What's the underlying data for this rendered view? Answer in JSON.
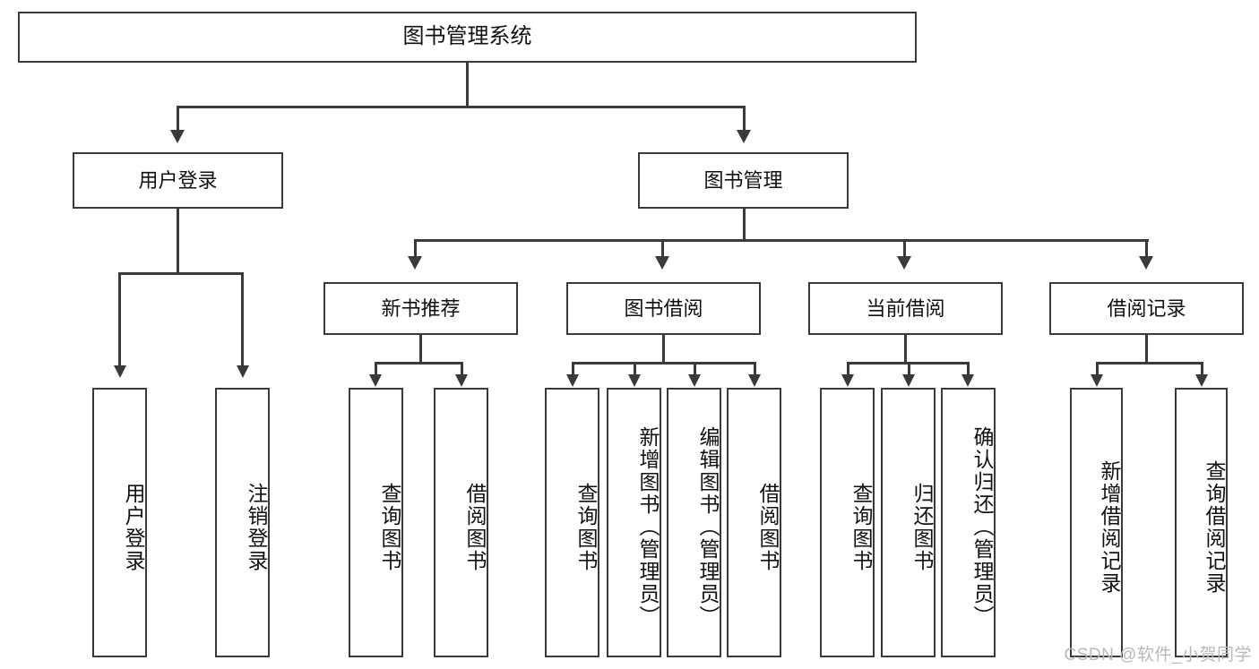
{
  "diagram": {
    "title": "图书管理系统",
    "type": "tree",
    "watermark": "CSDN @软件_小贺同学",
    "colors": {
      "stroke": "#3a3a3a",
      "fill": "#ffffff",
      "text": "#111111",
      "watermark": "#b9b9b9"
    },
    "root": {
      "label": "图书管理系统"
    },
    "level2": [
      {
        "label": "用户登录"
      },
      {
        "label": "图书管理"
      }
    ],
    "level3": [
      {
        "label": "新书推荐"
      },
      {
        "label": "图书借阅"
      },
      {
        "label": "当前借阅"
      },
      {
        "label": "借阅记录"
      }
    ],
    "leaves": {
      "user_login": [
        {
          "label": "用户登录"
        },
        {
          "label": "注销登录"
        }
      ],
      "new_book": [
        {
          "label": "查询图书"
        },
        {
          "label": "借阅图书"
        }
      ],
      "book_borrow": [
        {
          "label": "查询图书"
        },
        {
          "label": "新增图书（管理员）"
        },
        {
          "label": "编辑图书（管理员）"
        },
        {
          "label": "借阅图书"
        }
      ],
      "current_borrow": [
        {
          "label": "查询图书"
        },
        {
          "label": "归还图书"
        },
        {
          "label": "确认归还（管理员）"
        }
      ],
      "borrow_record": [
        {
          "label": "新增借阅记录"
        },
        {
          "label": "查询借阅记录"
        }
      ]
    }
  }
}
